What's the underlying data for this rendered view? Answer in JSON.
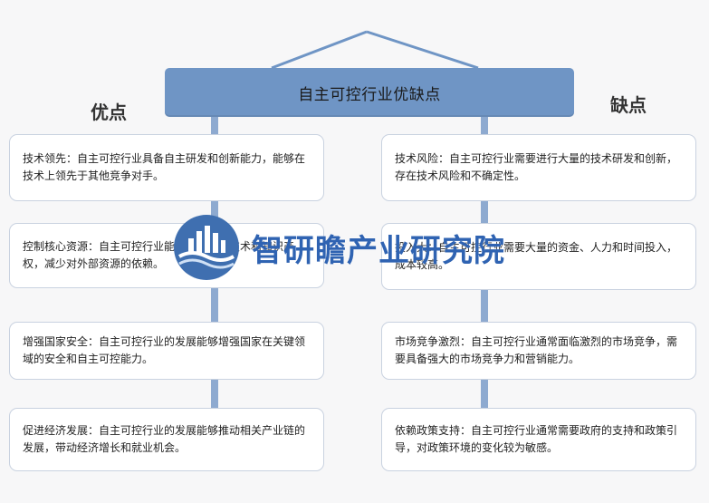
{
  "title": "自主可控行业优缺点",
  "pros": {
    "heading": "优点",
    "items": [
      "技术领先：自主可控行业具备自主研发和创新能力，能够在技术上领先于其他竞争对手。",
      "控制核心资源：自主可控行业能够掌握核心技术和知识产权，减少对外部资源的依赖。",
      "增强国家安全：自主可控行业的发展能够增强国家在关键领域的安全和自主可控能力。",
      "促进经济发展：自主可控行业的发展能够推动相关产业链的发展，带动经济增长和就业机会。"
    ]
  },
  "cons": {
    "heading": "缺点",
    "items": [
      "技术风险：自主可控行业需要进行大量的技术研发和创新，存在技术风险和不确定性。",
      "投入大：自主可控行业需要大量的资金、人力和时间投入，成本较高。",
      "市场竞争激烈：自主可控行业通常面临激烈的市场竞争，需要具备强大的市场竞争力和营销能力。",
      "依赖政策支持：自主可控行业通常需要政府的支持和政策引导，对政策环境的变化较为敏感。"
    ]
  },
  "watermark": {
    "text": "智研瞻产业研究院"
  },
  "colors": {
    "title_bar": "#6f95c5",
    "connector": "#8eaad0",
    "card_border": "#c9d2e0",
    "watermark": "#2f63b2"
  }
}
